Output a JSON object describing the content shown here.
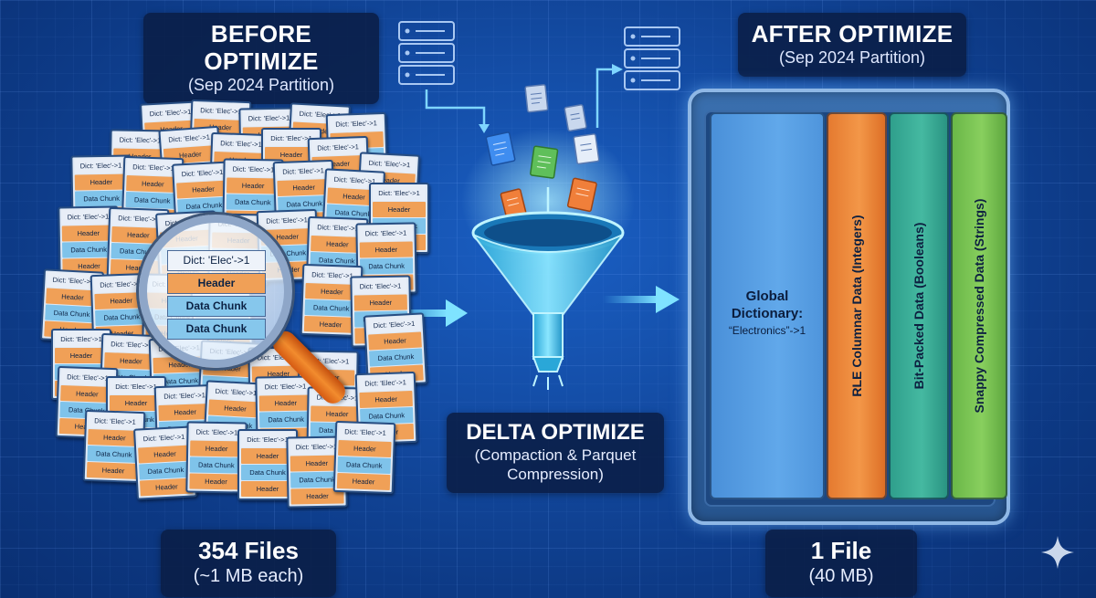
{
  "before": {
    "title": "BEFORE OPTIMIZE",
    "subtitle": "(Sep 2024 Partition)",
    "count": "354 Files",
    "size": "(~1 MB each)"
  },
  "after": {
    "title": "AFTER OPTIMIZE",
    "subtitle": "(Sep 2024 Partition)",
    "count": "1 File",
    "size": "(40 MB)"
  },
  "optimize": {
    "title": "DELTA OPTIMIZE",
    "subtitle_line1": "(Compaction & Parquet",
    "subtitle_line2": "Compression)"
  },
  "small_file": {
    "dict": "Dict: 'Elec'->1",
    "header": "Header",
    "data": "Data Chunk"
  },
  "big_file": {
    "dictionary_title_line1": "Global",
    "dictionary_title_line2": "Dictionary:",
    "dictionary_value": "“Electronics”->1",
    "rle_label": "RLE Columnar Data (Integers)",
    "bitpacked_label": "Bit-Packed Data (Booleans)",
    "snappy_label": "Snappy Compressed Data (Strings)"
  },
  "colors": {
    "background": "#0f3f8e",
    "header_orange": "#f0a057",
    "data_blue": "#7fc3ea",
    "rle_orange": "#f39748",
    "bitpacked_teal": "#45b9a1",
    "snappy_green": "#88cf5e",
    "arrow_cyan": "#5fd3ff"
  },
  "icons": [
    "server-icon",
    "document-icon",
    "funnel-icon",
    "magnifier-icon",
    "arrow-right-icon",
    "sparkle-icon"
  ]
}
